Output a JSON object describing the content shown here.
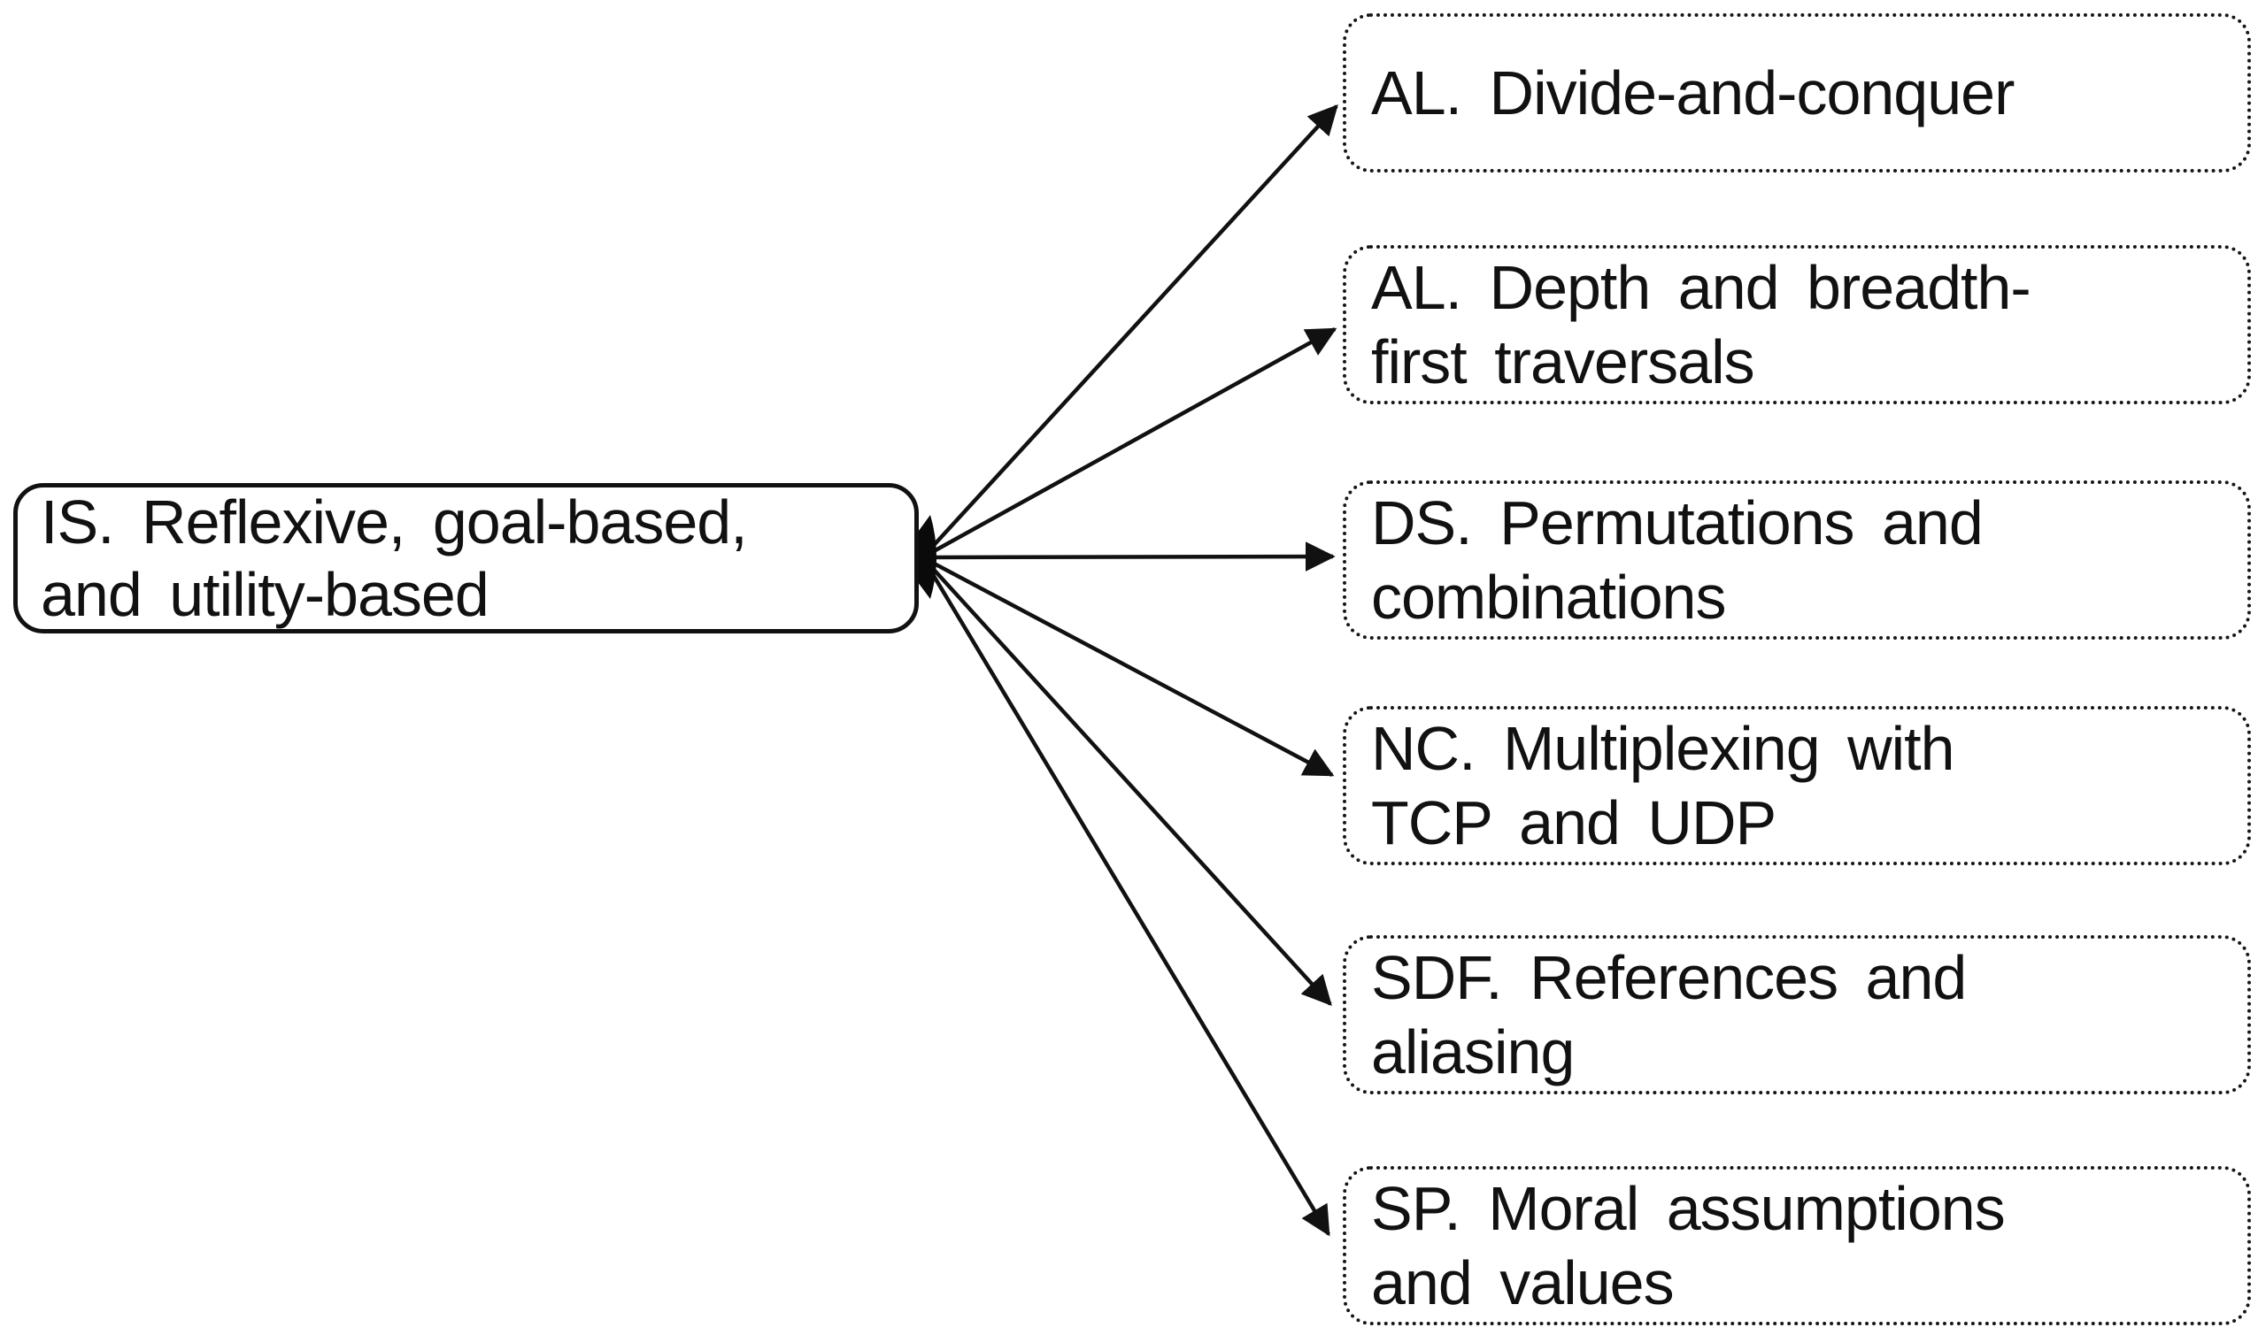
{
  "diagram": {
    "type": "concept-map",
    "colors": {
      "ink": "#111111",
      "background": "#ffffff"
    },
    "root": {
      "label": "IS. Reflexive, goal-based, and utility-based",
      "lines": [
        "IS. Reflexive, goal-based,",
        "and utility-based"
      ]
    },
    "children": [
      {
        "label": "AL. Divide-and-conquer",
        "lines": [
          "AL. Divide-and-conquer"
        ]
      },
      {
        "label": "AL. Depth and breadth-first traversals",
        "lines": [
          "AL. Depth and breadth-",
          "first traversals"
        ]
      },
      {
        "label": "DS. Permutations and combinations",
        "lines": [
          "DS. Permutations and",
          "combinations"
        ]
      },
      {
        "label": "NC. Multiplexing with TCP and UDP",
        "lines": [
          "NC. Multiplexing with",
          "TCP and UDP"
        ]
      },
      {
        "label": "SDF. References and aliasing",
        "lines": [
          "SDF. References and",
          "aliasing"
        ]
      },
      {
        "label": "SP. Moral assumptions and values",
        "lines": [
          "SP. Moral assumptions",
          "and values"
        ]
      }
    ],
    "edges": [
      {
        "from": "IS. Reflexive, goal-based, and utility-based",
        "to": "AL. Divide-and-conquer"
      },
      {
        "from": "IS. Reflexive, goal-based, and utility-based",
        "to": "AL. Depth and breadth-first traversals"
      },
      {
        "from": "IS. Reflexive, goal-based, and utility-based",
        "to": "DS. Permutations and combinations"
      },
      {
        "from": "IS. Reflexive, goal-based, and utility-based",
        "to": "NC. Multiplexing with TCP and UDP"
      },
      {
        "from": "IS. Reflexive, goal-based, and utility-based",
        "to": "SDF. References and aliasing"
      },
      {
        "from": "IS. Reflexive, goal-based, and utility-based",
        "to": "SP. Moral assumptions and values"
      }
    ]
  }
}
